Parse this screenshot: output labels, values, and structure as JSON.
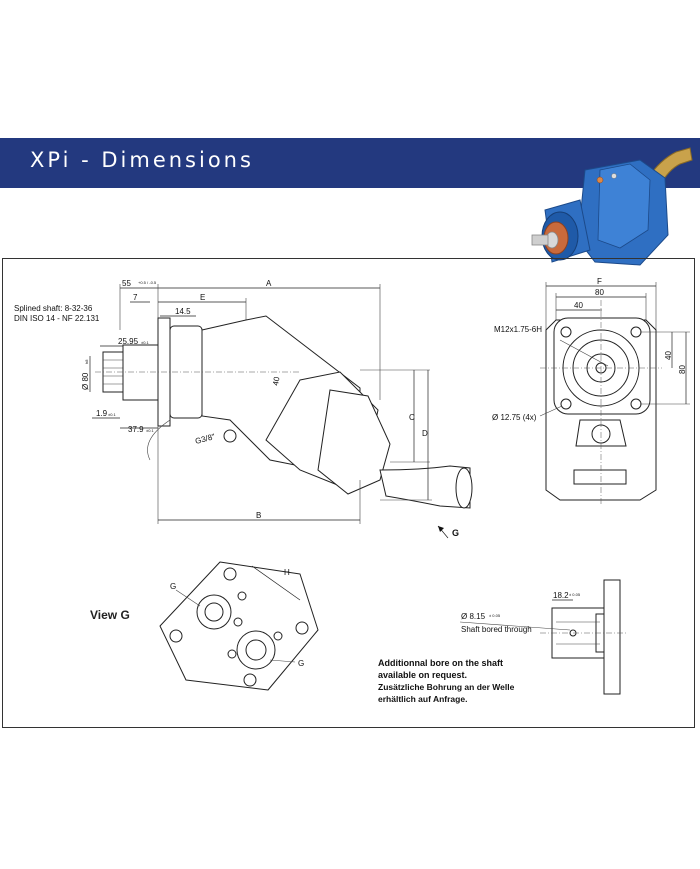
{
  "header": {
    "title": "XPi - Dimensions"
  },
  "colors": {
    "header_bg": "#23397f",
    "pump_body": "#2f6fc2",
    "pump_flange": "#c96a3c",
    "pipe": "#c9a24b"
  },
  "side_view": {
    "spline_label_1": "Splined shaft: 8-32-36",
    "spline_label_2": "DIN ISO 14 - NF 22.131",
    "dim_55": "55",
    "dim_55_tol": "+0.5 / -0.5",
    "dim_A": "A",
    "dim_7": "7",
    "dim_E": "E",
    "dim_14_5": "14.5",
    "dim_25_95": "25.95",
    "dim_25_95_tol": "±0.1",
    "dim_80_dia": "Ø 80",
    "dim_80_dia_tol": "h8",
    "dim_1_9": "1.9",
    "dim_1_9_tol": "±0.1",
    "dim_37_9": "37.9",
    "dim_37_9_tol": "±0.1",
    "dim_40": "40",
    "dim_C": "C",
    "dim_D": "D",
    "dim_B": "B",
    "port_label": "G3/8\"",
    "view_arrow": "G"
  },
  "front_view": {
    "dim_F": "F",
    "dim_80_top": "80",
    "dim_40_top": "40",
    "thread_label": "M12x1.75-6H",
    "dim_40_right": "40",
    "dim_80_right": "80",
    "hole_label": "Ø 12.75 (4x)"
  },
  "view_g": {
    "title": "View G",
    "label_g1": "G",
    "label_g2": "G",
    "dim_H": "H"
  },
  "shaft_detail": {
    "dim_18_2": "18.2",
    "dim_18_2_tol": "± 0.05",
    "dim_8_15": "Ø 8.15",
    "dim_8_15_tol": "± 0.05",
    "bore_label": "Shaft bored through"
  },
  "note": {
    "en_line1": "Additionnal bore on the shaft",
    "en_line2": "available on request.",
    "de_line1": "Zusätzliche Bohrung an der Welle",
    "de_line2": "erhältlich auf Anfrage."
  }
}
